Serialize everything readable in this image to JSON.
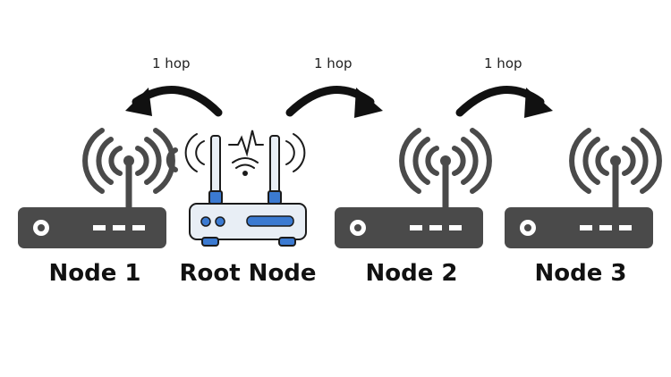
{
  "nodes": [
    {
      "label": "Node 1"
    },
    {
      "label": "Root Node"
    },
    {
      "label": "Node 2"
    },
    {
      "label": "Node 3"
    }
  ],
  "hops": [
    {
      "label": "1 hop",
      "from": "Root Node",
      "to": "Node 1"
    },
    {
      "label": "1 hop",
      "from": "Root Node",
      "to": "Node 2"
    },
    {
      "label": "1 hop",
      "from": "Node 2",
      "to": "Node 3"
    }
  ],
  "colors": {
    "device_dark": "#4a4a4a",
    "arrow": "#111111",
    "root_body": "#e8eef5",
    "root_accent": "#3b7ad1",
    "root_outline": "#1b1b1b"
  },
  "icons": {
    "node": "wifi-router-icon",
    "root": "wireless-router-icon"
  }
}
